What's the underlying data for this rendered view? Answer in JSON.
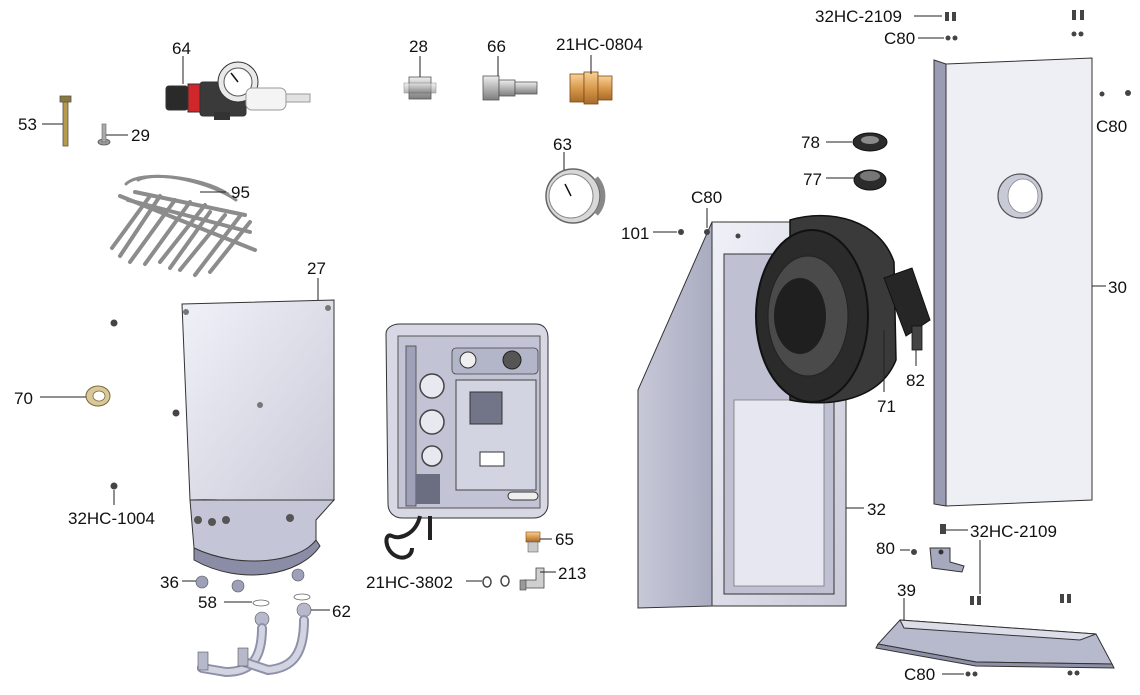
{
  "diagram": {
    "labels": {
      "label_32HC_2109_top": "32HC-2109",
      "label_C80_top": "C80",
      "label_C80_right": "C80",
      "label_28": "28",
      "label_66": "66",
      "label_21HC_0804": "21HC-0804",
      "label_64": "64",
      "label_53": "53",
      "label_29": "29",
      "label_95": "95",
      "label_63": "63",
      "label_78": "78",
      "label_77": "77",
      "label_C80_mid": "C80",
      "label_101": "101",
      "label_30": "30",
      "label_27": "27",
      "label_82": "82",
      "label_71": "71",
      "label_70": "70",
      "label_32": "32",
      "label_32HC_1004": "32HC-1004",
      "label_65": "65",
      "label_32HC_2109_bottom": "32HC-2109",
      "label_80": "80",
      "label_21HC_3802": "21HC-3802",
      "label_213": "213",
      "label_36": "36",
      "label_58": "58",
      "label_62": "62",
      "label_39": "39",
      "label_C80_bottom": "C80"
    }
  }
}
